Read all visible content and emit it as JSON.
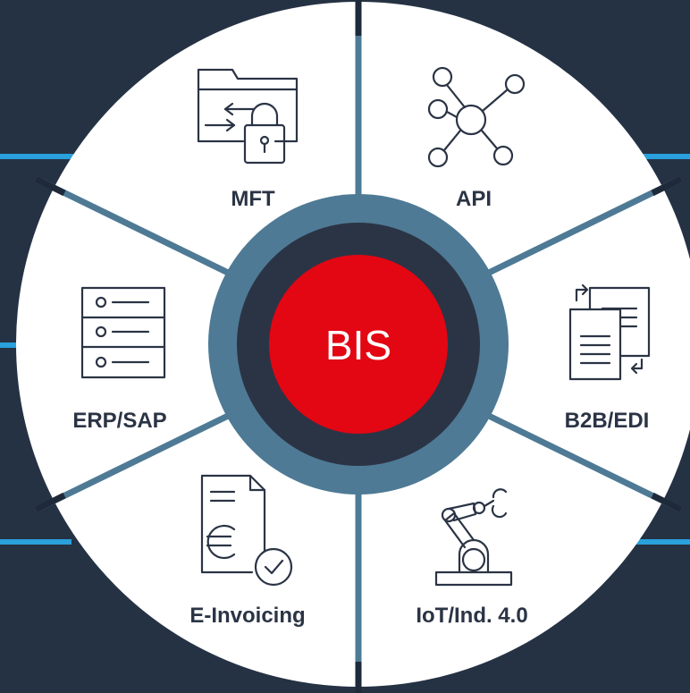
{
  "hub": {
    "label": "BIS"
  },
  "segments": [
    {
      "id": "mft",
      "label": "MFT",
      "icon": "folder-lock-transfer-icon"
    },
    {
      "id": "api",
      "label": "API",
      "icon": "network-nodes-icon"
    },
    {
      "id": "b2b",
      "label": "B2B/EDI",
      "icon": "document-exchange-icon"
    },
    {
      "id": "iot",
      "label": "IoT/Ind. 4.0",
      "icon": "robot-arm-icon"
    },
    {
      "id": "einv",
      "label": "E-Invoicing",
      "icon": "euro-invoice-check-icon"
    },
    {
      "id": "erp",
      "label": "ERP/SAP",
      "icon": "server-rack-icon"
    }
  ],
  "colors": {
    "background": "#253244",
    "ring": "#4e7a95",
    "inner_ring": "#2b3445",
    "hub": "#e30613",
    "accent_lines": "#2aa0dc"
  }
}
